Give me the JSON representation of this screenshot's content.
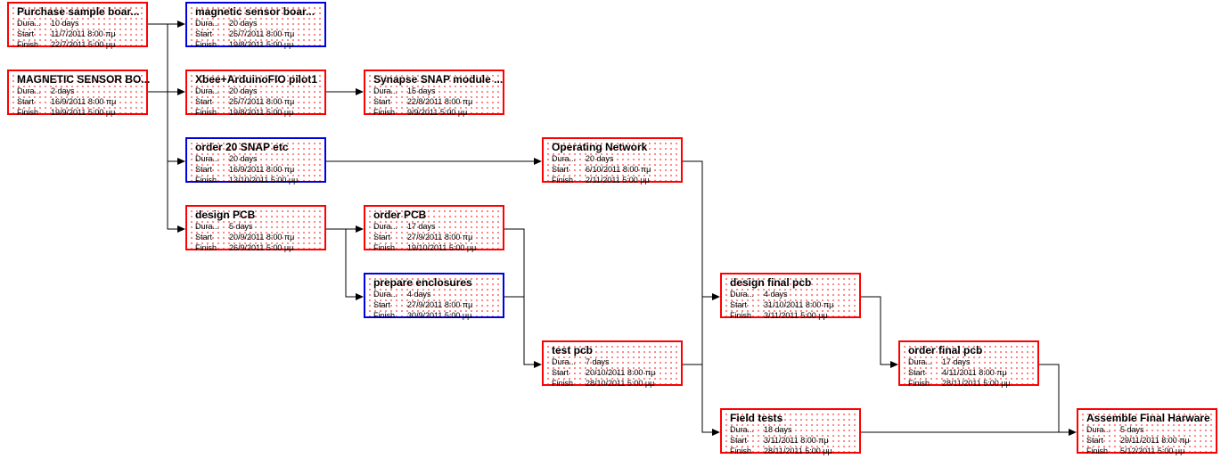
{
  "labels": {
    "duration": "Dura...",
    "start": "Start",
    "finish": "Finish"
  },
  "colors": {
    "critical": "#ff0000",
    "noncritical": "#0000e0",
    "link": "#000000"
  },
  "tasks": [
    {
      "id": "t1",
      "name": "Purchase sample boar...",
      "duration": "10 days",
      "start": "11/7/2011 8:00 πμ",
      "finish": "22/7/2011 5:00 μμ",
      "critical": true
    },
    {
      "id": "t2",
      "name": "MAGNETIC SENSOR BO...",
      "duration": "2 days",
      "start": "16/9/2011 8:00 πμ",
      "finish": "19/9/2011 5:00 μμ",
      "critical": true
    },
    {
      "id": "t3",
      "name": "magnetic sensor boar...",
      "duration": "20 days",
      "start": "25/7/2011 8:00 πμ",
      "finish": "19/8/2011 5:00 μμ",
      "critical": false
    },
    {
      "id": "t4",
      "name": "Xbee+ArduinoFIO pilot1",
      "duration": "20 days",
      "start": "25/7/2011 8:00 πμ",
      "finish": "19/8/2011 5:00 μμ",
      "critical": true
    },
    {
      "id": "t5",
      "name": "order 20 SNAP etc",
      "duration": "20 days",
      "start": "16/9/2011 8:00 πμ",
      "finish": "13/10/2011 5:00 μμ",
      "critical": false
    },
    {
      "id": "t6",
      "name": "design PCB",
      "duration": "5 days",
      "start": "20/9/2011 8:00 πμ",
      "finish": "26/9/2011 5:00 μμ",
      "critical": true
    },
    {
      "id": "t7",
      "name": "Synapse SNAP module ...",
      "duration": "15 days",
      "start": "22/8/2011 8:00 πμ",
      "finish": "9/9/2011 5:00 μμ",
      "critical": true
    },
    {
      "id": "t8",
      "name": "order PCB",
      "duration": "17 days",
      "start": "27/9/2011 8:00 πμ",
      "finish": "19/10/2011 5:00 μμ",
      "critical": true
    },
    {
      "id": "t9",
      "name": "prepare enclosures",
      "duration": "4 days",
      "start": "27/9/2011 8:00 πμ",
      "finish": "30/9/2011 5:00 μμ",
      "critical": false
    },
    {
      "id": "t10",
      "name": "Operating Network",
      "duration": "20 days",
      "start": "6/10/2011 8:00 πμ",
      "finish": "2/11/2011 5:00 μμ",
      "critical": true
    },
    {
      "id": "t11",
      "name": "test pcb",
      "duration": "7 days",
      "start": "20/10/2011 8:00 πμ",
      "finish": "28/10/2011 5:00 μμ",
      "critical": true
    },
    {
      "id": "t12",
      "name": "design final pcb",
      "duration": "4 days",
      "start": "31/10/2011 8:00 πμ",
      "finish": "3/11/2011 5:00 μμ",
      "critical": true
    },
    {
      "id": "t13",
      "name": "Field tests",
      "duration": "18 days",
      "start": "3/11/2011 8:00 πμ",
      "finish": "28/11/2011 5:00 μμ",
      "critical": true
    },
    {
      "id": "t14",
      "name": "order final pcb",
      "duration": "17 days",
      "start": "4/11/2011 8:00 πμ",
      "finish": "28/11/2011 5:00 μμ",
      "critical": true
    },
    {
      "id": "t15",
      "name": "Assemble Final Harware",
      "duration": "5 days",
      "start": "29/11/2011 8:00 πμ",
      "finish": "5/12/2011 5:00 μμ",
      "critical": true
    }
  ]
}
